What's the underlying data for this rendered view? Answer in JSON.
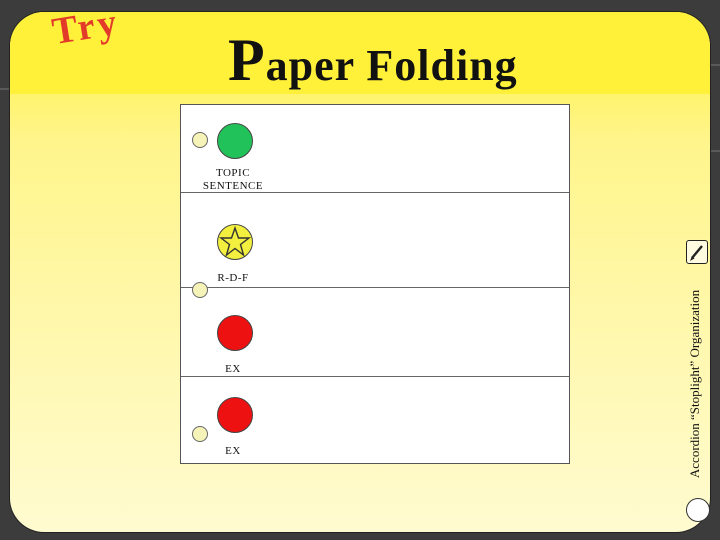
{
  "header": {
    "try": "Try",
    "title_initial": "P",
    "title_rest": "aper Folding"
  },
  "panels": [
    {
      "light": "green",
      "label": "TOPIC\nSENTENCE"
    },
    {
      "light": "yellow-star",
      "label": "R-D-F"
    },
    {
      "light": "red",
      "label": "EX"
    },
    {
      "light": "red",
      "label": "EX"
    }
  ],
  "side": {
    "text": "Accordion “Stoplight” Organization",
    "icon": "pencil-icon"
  },
  "colors": {
    "green": "#22c25a",
    "yellow": "#f2ef3e",
    "red": "#ee1111",
    "card": "#fff23a",
    "try": "#e23b2a"
  }
}
